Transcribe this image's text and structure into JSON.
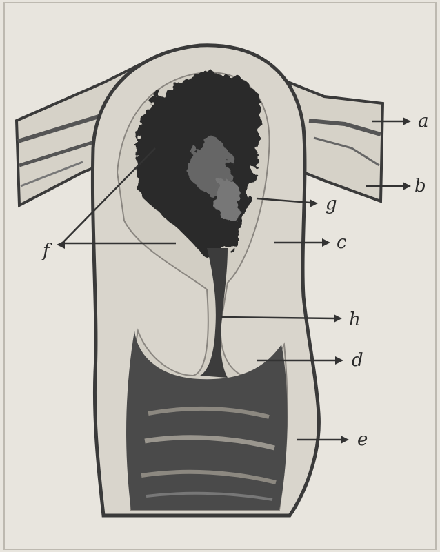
{
  "figure": {
    "labels": {
      "a": "a",
      "b": "b",
      "c": "c",
      "d": "d",
      "e": "e",
      "f": "f",
      "g": "g",
      "h": "h"
    }
  },
  "colors": {
    "paper": "#e8e5de",
    "tissue": "#d9d5cc",
    "outline": "#3a3a3a",
    "tumor": "#2c2c2c",
    "vagina": "#4a4a4a"
  }
}
